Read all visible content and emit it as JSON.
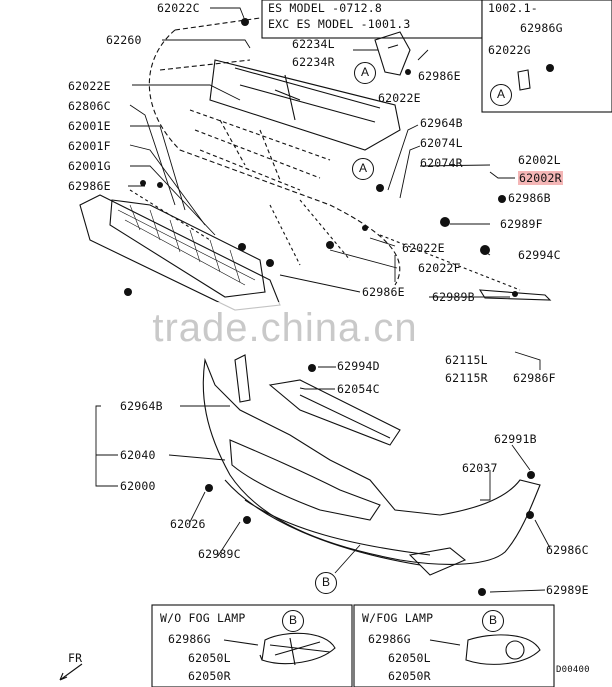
{
  "notes": {
    "es_model_line1": "ES MODEL -0712.8",
    "es_model_line2": "EXC ES MODEL -1001.3",
    "right_note": "1002.1-"
  },
  "callouts": {
    "a": "A",
    "b": "B"
  },
  "part_labels": {
    "p62022C": "62022C",
    "p62260": "62260",
    "p62234L": "62234L",
    "p62234R": "62234R",
    "p62986E_top": "62986E",
    "p62022E_top": "62022E",
    "p62986G_top": "62986G",
    "p62022G": "62022G",
    "p62022E_left": "62022E",
    "p62806C": "62806C",
    "p62001E": "62001E",
    "p62001F": "62001F",
    "p62001G": "62001G",
    "p62986E_left": "62986E",
    "p62964B_top": "62964B",
    "p62074L": "62074L",
    "p62074R": "62074R",
    "p62002L": "62002L",
    "p62002R": "62002R",
    "p62986B": "62986B",
    "p62989F": "62989F",
    "p62022E_mid": "62022E",
    "p62994C": "62994C",
    "p62022F": "62022F",
    "p62986E_mid": "62986E",
    "p62989B": "62989B",
    "p62115L": "62115L",
    "p62115R": "62115R",
    "p62986F": "62986F",
    "p62994D": "62994D",
    "p62054C": "62054C",
    "p62964B_left": "62964B",
    "p62040": "62040",
    "p62000": "62000",
    "p62991B": "62991B",
    "p62037": "62037",
    "p62026": "62026",
    "p62989C": "62989C",
    "p62986C": "62986C",
    "p62989E": "62989E"
  },
  "fog_lamp_boxes": {
    "without": {
      "title": "W/O FOG LAMP",
      "screw": "62986G",
      "left": "62050L",
      "right": "62050R"
    },
    "with": {
      "title": "W/FOG LAMP",
      "screw": "62986G",
      "left": "62050L",
      "right": "62050R"
    }
  },
  "front_marker": "FR",
  "diagram_code": "D00400",
  "watermark": "trade.china.cn",
  "highlight_color": "#f4b6b6"
}
